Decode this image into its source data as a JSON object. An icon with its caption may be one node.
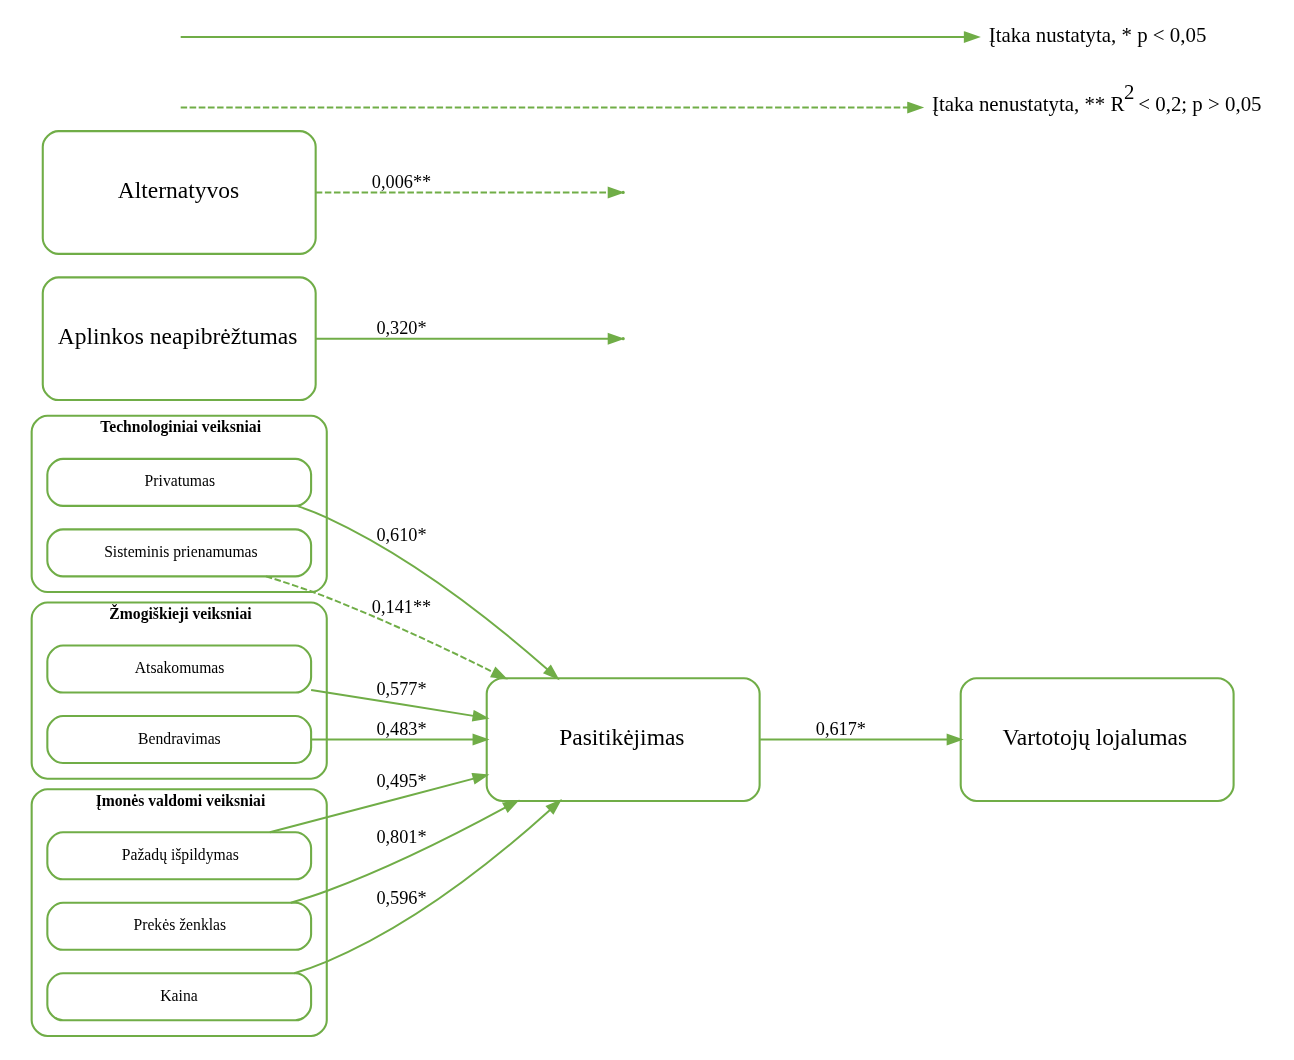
{
  "diagram": {
    "nodes": [
      {
        "text": [
          "Technologiniai veiksniai"
        ]
      },
      {
        "text": [
          "Privatumas"
        ],
        "in": 0
      },
      {
        "text": [
          "Sisteminis prienamumas"
        ],
        "in": 0
      },
      {
        "text": [
          "Žmogiškieji veiksniai"
        ]
      },
      {
        "text": [
          "Atsakomumas"
        ],
        "in": 3
      },
      {
        "text": [
          "Bendravimas"
        ],
        "in": 3
      },
      {
        "text": [
          "Įmonės valdomi veiksniai"
        ]
      },
      {
        "text": [
          "Pažadų išpildymas"
        ],
        "in": 6
      },
      {
        "text": [
          "Prekės ženklas"
        ],
        "in": 6
      },
      {
        "text": [
          "Kaina"
        ],
        "in": 6
      },
      {
        "text": [
          "Pasitikėjimas"
        ]
      },
      {
        "text": [
          "Aplinkos neapibrėžtumas"
        ]
      },
      {
        "text": [
          "Vartotojų lojalumas"
        ]
      },
      {
        "text": [
          "Alternatyvos"
        ]
      }
    ],
    "edges": [
      {
        "from": 1,
        "to": 10,
        "arrow": "to",
        "label": "0,610*"
      },
      {
        "from": 2,
        "to": 10,
        "arrow": "to",
        "label": "0,141**",
        "style": "dashed"
      },
      {
        "from": 4,
        "to": 10,
        "arrow": "to",
        "label": "0,577*"
      },
      {
        "from": 5,
        "to": 10,
        "arrow": "to",
        "label": "0,483*"
      },
      {
        "from": 7,
        "to": 10,
        "arrow": "to",
        "label": "0,495*"
      },
      {
        "from": 8,
        "to": 10,
        "arrow": "to",
        "label": "0,801*"
      },
      {
        "from": 9,
        "to": 10,
        "arrow": "to",
        "label": "0,596*"
      },
      {
        "from": 10,
        "to": 12,
        "arrow": "to",
        "label": "0,617*"
      },
      {
        "from": 11,
        "to": null,
        "arrow": "to",
        "label": "0,320*"
      },
      {
        "from": 13,
        "to": null,
        "arrow": "to",
        "label": "0,006**",
        "style": "dashed"
      }
    ],
    "legend": [
      {
        "text": "Įtaka nustatyta, * p < 0,05"
      },
      {
        "text": "Įtaka nenustatyta, ** R$^{2}$ < 0,2; p > 0,05"
      }
    ]
  }
}
